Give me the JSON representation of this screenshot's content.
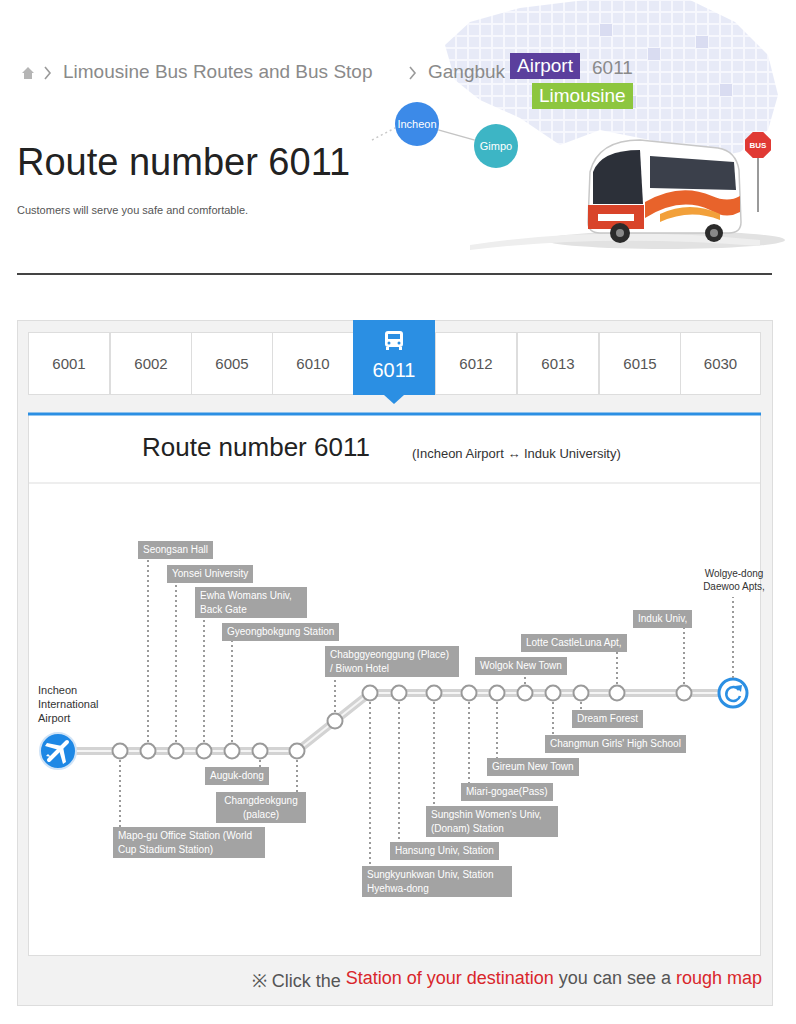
{
  "diagram": {
    "title": "Route number 6011",
    "nodes": [
      {
        "text": [
          "Airport"
        ]
      },
      {
        "text": [
          "Limousine"
        ]
      },
      {
        "text": [
          "Incheon"
        ]
      },
      {
        "text": [
          "Gimpo"
        ]
      },
      {
        "text": [
          "BUS"
        ]
      },
      {
        "text": [
          "6001"
        ]
      },
      {
        "text": [
          "6002"
        ]
      },
      {
        "text": [
          "6005"
        ]
      },
      {
        "text": [
          "6010"
        ]
      },
      {
        "text": [
          "6011"
        ]
      },
      {
        "text": [
          "6012"
        ]
      },
      {
        "text": [
          "6013"
        ]
      },
      {
        "text": [
          "6015"
        ]
      },
      {
        "text": [
          "6030"
        ]
      },
      {
        "text": [
          "Mapo-gu Office Station (World Cup Stadium Station)"
        ]
      },
      {
        "text": [
          "Seongsan Hall"
        ]
      },
      {
        "text": [
          "Yonsei University"
        ]
      },
      {
        "text": [
          "Ewha Womans Univ, Back Gate"
        ]
      },
      {
        "text": [
          "Gyeongbokgung Station"
        ]
      },
      {
        "text": [
          "Auguk-dong"
        ]
      },
      {
        "text": [
          "Changdeokgung (palace)"
        ]
      },
      {
        "text": [
          "Chabggyeonggung (Place) / Biwon Hotel"
        ]
      },
      {
        "text": [
          "Sungkyunkwan Univ, Station Hyehwa-dong"
        ]
      },
      {
        "text": [
          "Hansung Univ, Station"
        ]
      },
      {
        "text": [
          "Sungshin Women's Univ, (Donam) Station"
        ]
      },
      {
        "text": [
          "Miari-gogae(Pass)"
        ]
      },
      {
        "text": [
          "Gireum New Town"
        ]
      },
      {
        "text": [
          "Wolgok New Town"
        ]
      },
      {
        "text": [
          "Changmun Girls' High School"
        ]
      },
      {
        "text": [
          "Dream Forest"
        ]
      },
      {
        "text": [
          "Lotte CastleLuna Apt,"
        ]
      },
      {
        "text": [
          "Induk Univ,"
        ]
      }
    ],
    "edges": [
      {
        "from": 2,
        "to": 3,
        "arrow": "none"
      }
    ],
    "labels": [
      "Limousine Bus Routes and Bus Stop",
      "Gangbuk",
      "6011",
      "Customers will serve you safe and comfortable.",
      "Route number 6011",
      "(Incheon Airport ↔ Induk University)",
      "Incheon International Airport",
      "Wolgye-dong Daewoo Apts,",
      "※ Click the",
      "Station of your destination",
      "you can see a",
      "rough map"
    ]
  }
}
